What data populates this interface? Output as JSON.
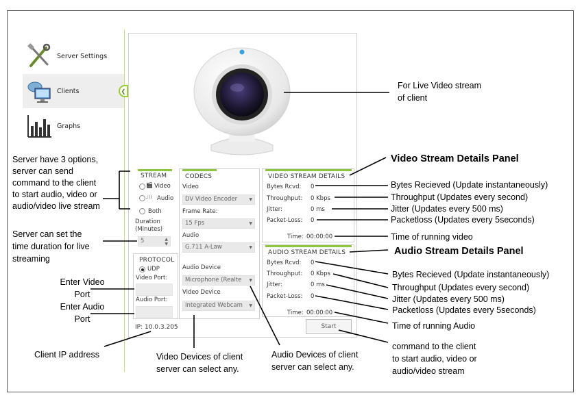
{
  "nav": {
    "server_settings": "Server Settings",
    "clients": "Clients",
    "graphs": "Graphs"
  },
  "stream": {
    "title": "STREAM",
    "video": "Video",
    "audio": "Audio",
    "both": "Both",
    "duration_label": "Duration (Minutes)",
    "duration_value": "5"
  },
  "protocol": {
    "title": "PROTOCOL",
    "udp": "UDP",
    "video_port": "Video Port:",
    "audio_port": "Audio Port:"
  },
  "ip": "IP:  10.0.3.205",
  "codecs": {
    "title": "CODECS",
    "video_label": "Video",
    "video_value": "DV Video Encoder",
    "frame_rate_label": "Frame Rate:",
    "frame_rate_value": "15 Fps",
    "audio_label": "Audio",
    "audio_value": "G.711 A-Law",
    "audio_device_label": "Audio Device",
    "audio_device_value": "Microphone (Realte",
    "video_device_label": "Video Device",
    "video_device_value": "Integrated Webcam"
  },
  "video_details": {
    "title": "VIDEO STREAM DETAILS",
    "bytes_label": "Bytes Rcvd:",
    "bytes_value": "0",
    "throughput_label": "Throughput:",
    "throughput_value": "0 Kbps",
    "jitter_label": "Jitter:",
    "jitter_value": "0 ms",
    "packetloss_label": "Packet-Loss:",
    "packetloss_value": "0",
    "time_label": "Time:",
    "time_value": "00:00:00"
  },
  "audio_details": {
    "title": "AUDIO STREAM DETAILS",
    "bytes_label": "Bytes Rcvd:",
    "bytes_value": "0",
    "throughput_label": "Throughput:",
    "throughput_value": "0 Kbps",
    "jitter_label": "Jitter:",
    "jitter_value": "0 ms",
    "packetloss_label": "Packet-Loss:",
    "packetloss_value": "0",
    "time_label": "Time:",
    "time_value": "00:00:00"
  },
  "start_button": "Start",
  "annotations": {
    "live_video_1": "For Live Video stream",
    "live_video_2": "of client",
    "video_panel": "Video Stream Details Panel",
    "audio_panel": "Audio Stream Details Panel",
    "stream_opts_1": "Server have 3 options,",
    "stream_opts_2": "server can send",
    "stream_opts_3": "command to the client",
    "stream_opts_4": "to start audio, video or",
    "stream_opts_5": "audio/video live stream",
    "duration_1": "Server can set the",
    "duration_2": "time duration for live",
    "duration_3": "streaming",
    "video_port_1": "Enter Video",
    "video_port_2": "Port",
    "audio_port_1": "Enter Audio",
    "audio_port_2": "Port",
    "client_ip": "Client IP address",
    "video_devices_1": "Video Devices of client",
    "video_devices_2": "server can select any.",
    "audio_devices_1": "Audio Devices of client",
    "audio_devices_2": "server can select any.",
    "v_bytes": "Bytes Recieved (Update instantaneously)",
    "v_throughput": "Throughput (Updates every second)",
    "v_jitter": "Jitter (Updates every 500 ms)",
    "v_packetloss": "Packetloss (Updates every 5seconds)",
    "v_time": "Time of running video",
    "a_bytes": "Bytes Recieved (Update instantaneously)",
    "a_throughput": "Throughput (Updates every second)",
    "a_jitter": "Jitter (Updates every 500 ms)",
    "a_packetloss": "Packetloss (Updates every 5seconds)",
    "a_time": "Time of running Audio",
    "start_1": "command to the client",
    "start_2": "to start audio, video or",
    "start_3": "audio/video stream"
  },
  "colors": {
    "accent_green": "#8cc63f",
    "webcam_lens": "#2a2244",
    "webcam_led": "#3aa0e0"
  }
}
